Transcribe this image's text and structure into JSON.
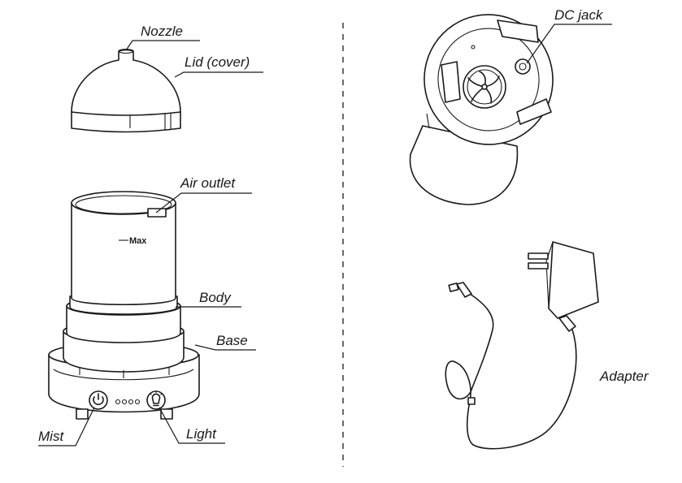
{
  "labels": {
    "nozzle": "Nozzle",
    "lid": "Lid (cover)",
    "air_outlet": "Air outlet",
    "max": "Max",
    "body": "Body",
    "base": "Base",
    "mist": "Mist",
    "light": "Light",
    "dc_jack": "DC jack",
    "adapter": "Adapter"
  },
  "icons": {
    "mist_button": "power-icon",
    "light_button": "lightbulb-icon"
  },
  "colors": {
    "line": "#1a1a1a",
    "background": "#ffffff"
  }
}
